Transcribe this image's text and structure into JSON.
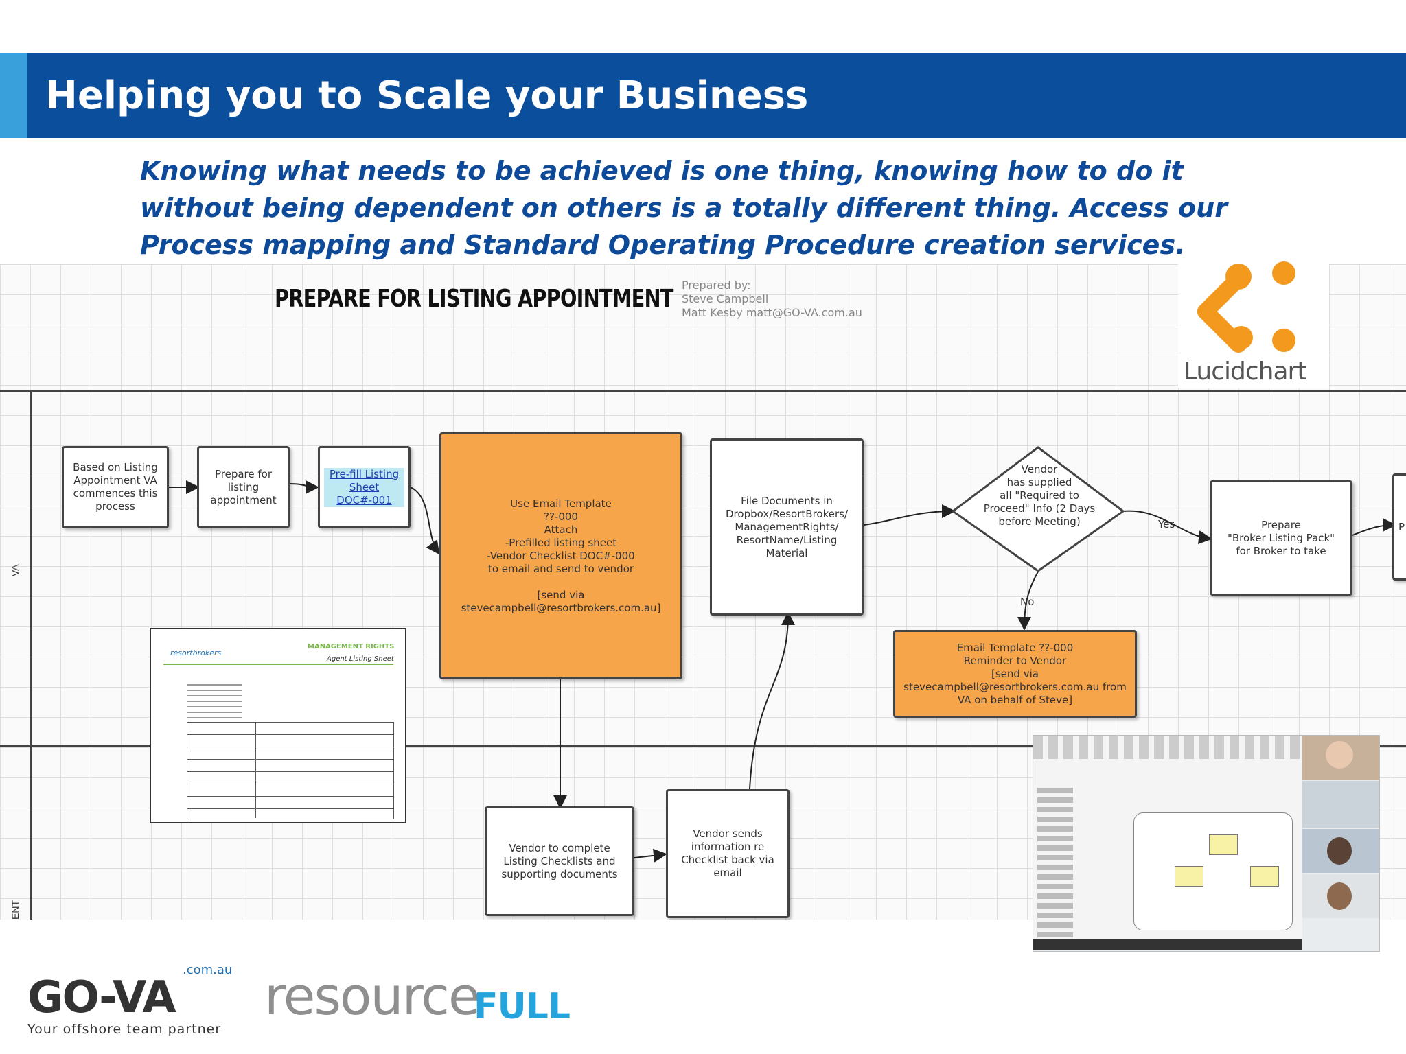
{
  "slide": {
    "title": "Helping you to Scale your Business",
    "intro": "Knowing what needs to be achieved is one thing, knowing how to do it without being dependent on others is a totally different thing. Access our Process mapping and Standard Operating Procedure creation services."
  },
  "flowchart": {
    "title": "PREPARE FOR LISTING APPOINTMENT",
    "prepared_by": {
      "label": "Prepared by:",
      "line1": "Steve Campbell",
      "line2": "Matt Kesby matt@GO-VA.com.au"
    },
    "lanes": {
      "va": "VA",
      "client": "ENT"
    },
    "nodes": {
      "n1": "Based on Listing Appointment VA commences this process",
      "n2": "Prepare for listing appointment",
      "n3": "Pre-fill Listing Sheet DOC#-001",
      "n4": "Use Email Template\n??-000\nAttach\n-Prefilled listing sheet\n-Vendor Checklist DOC#-000\nto email and send to vendor\n\n[send via\nstevecampbell@resortbrokers.com.au]",
      "n5": "File Documents in Dropbox/ResortBrokers/ ManagementRights/ ResortName/Listing Material",
      "decision": "Vendor\nhas supplied\nall \"Required to\nProceed\" Info (2 Days\nbefore Meeting)",
      "n6": "Prepare\n\"Broker Listing Pack\"\nfor Broker to take",
      "n7": "Email Template ??-000\nReminder to Vendor\n[send via\nstevecampbell@resortbrokers.com.au from\nVA on behalf of Steve]",
      "n8": "Vendor to complete Listing Checklists and supporting documents",
      "n9": "Vendor sends information re Checklist back via email",
      "partial": "P"
    },
    "labels": {
      "yes": "Yes",
      "no": "No"
    }
  },
  "lucidchart_logo": {
    "text": "Lucidchart",
    "color": "#f39a1e"
  },
  "thumbnails": {
    "doc": {
      "brand": "resortbrokers",
      "heading1": "MANAGEMENT RIGHTS",
      "heading2": "Agent Listing Sheet"
    },
    "video": {
      "icon": "video-call-screenshot"
    }
  },
  "footer": {
    "goav": {
      "domain": ".com.au",
      "name": "GO-VA",
      "tagline": "Your offshore team partner"
    },
    "resourcefull": {
      "part1": "resource",
      "part2": "FULL"
    }
  }
}
